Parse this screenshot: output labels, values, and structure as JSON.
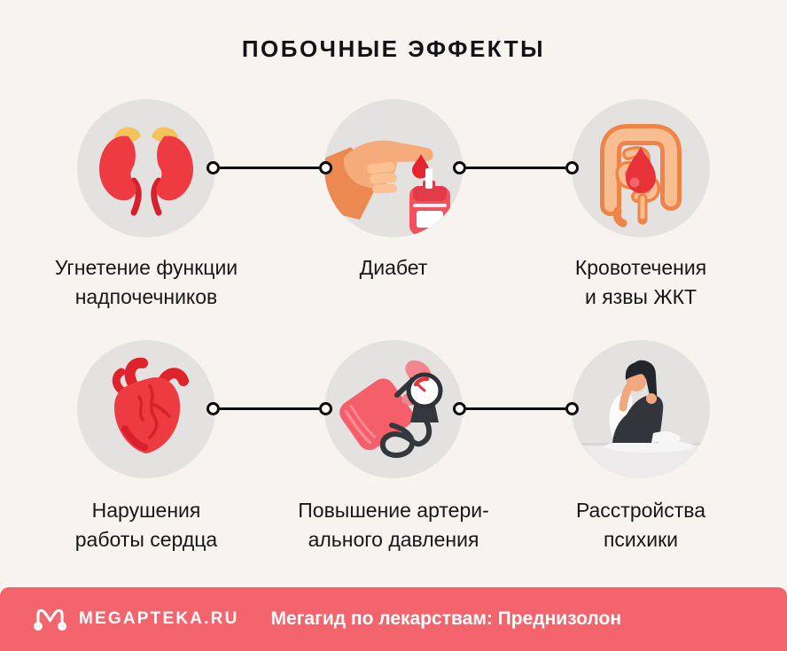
{
  "title": "ПОБОЧНЫЕ ЭФФЕКТЫ",
  "effects": [
    {
      "name": "adrenal-suppression",
      "icon": "kidneys-icon",
      "lines": [
        "Угнетение функции",
        "надпочечников"
      ]
    },
    {
      "name": "diabetes",
      "icon": "diabetes-hand-icon",
      "lines": [
        "Диабет"
      ]
    },
    {
      "name": "gi-bleeding-ulcers",
      "icon": "intestines-icon",
      "lines": [
        "Кровотечения",
        "и язвы ЖКТ"
      ]
    },
    {
      "name": "heart-problems",
      "icon": "heart-icon",
      "lines": [
        "Нарушения",
        "работы сердца"
      ]
    },
    {
      "name": "high-blood-pressure",
      "icon": "blood-pressure-icon",
      "lines": [
        "Повышение артери-",
        "ального давления"
      ]
    },
    {
      "name": "mental-disorders",
      "icon": "depressed-person-icon",
      "lines": [
        "Расстройства",
        "психики"
      ]
    }
  ],
  "footer": {
    "brand": "MEGAPTEKA.RU",
    "tagline": "Мегагид по лекарствам: Преднизолон"
  },
  "colors": {
    "background": "#f7f4ef",
    "circle_gray": "#e3e2e1",
    "accent_red": "#ee3a41",
    "dark_red": "#d8202a",
    "yellow": "#f3c45b",
    "orange": "#ee8448",
    "skin": "#f6ab7b",
    "footer_red": "#f4646d",
    "text": "#15151a"
  }
}
